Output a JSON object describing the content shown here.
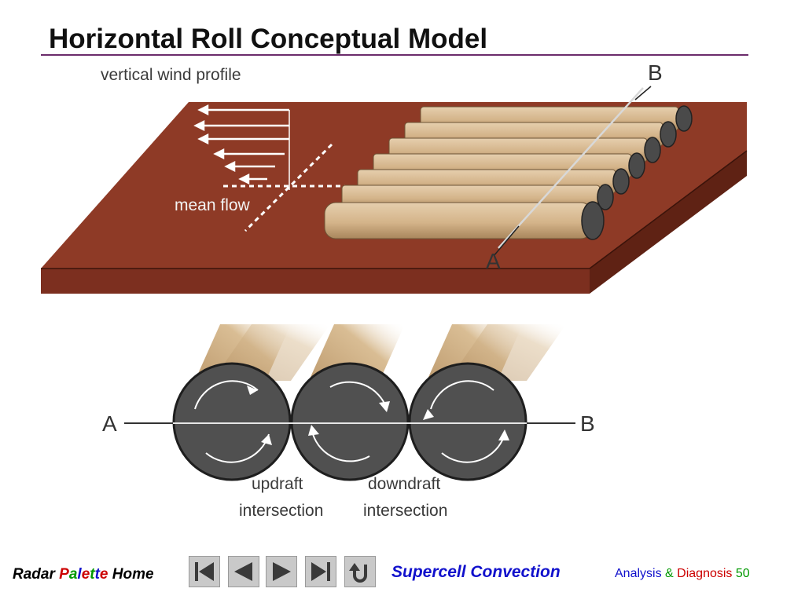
{
  "slide": {
    "title": "Horizontal Roll Conceptual Model"
  },
  "diagram_top": {
    "label_profile": "vertical wind profile",
    "label_mean_flow": "mean flow",
    "label_a": "A",
    "label_b": "B"
  },
  "diagram_bottom": {
    "label_a": "A",
    "label_b": "B",
    "updraft_line1": "updraft",
    "updraft_line2": "intersection",
    "downdraft_line1": "downdraft",
    "downdraft_line2": "intersection"
  },
  "footer": {
    "home_word1": "Radar",
    "palette_letters": [
      {
        "ch": "P",
        "color": "#cc0000"
      },
      {
        "ch": "a",
        "color": "#009900"
      },
      {
        "ch": "l",
        "color": "#1111cc"
      },
      {
        "ch": "e",
        "color": "#cc0000"
      },
      {
        "ch": "t",
        "color": "#009900"
      },
      {
        "ch": "t",
        "color": "#1111cc"
      },
      {
        "ch": "e",
        "color": "#cc0000"
      }
    ],
    "home_word3": "Home",
    "nav_buttons": [
      {
        "name": "first-page-button",
        "icon": "skip-back-icon"
      },
      {
        "name": "previous-page-button",
        "icon": "triangle-left-icon"
      },
      {
        "name": "next-page-button",
        "icon": "triangle-right-icon"
      },
      {
        "name": "last-page-button",
        "icon": "skip-forward-icon"
      },
      {
        "name": "return-button",
        "icon": "u-turn-icon"
      }
    ],
    "section_title": "Supercell Convection",
    "crumb_analysis": "Analysis",
    "crumb_amp": "&",
    "crumb_diagnosis": "Diagnosis",
    "page_number": "50"
  }
}
